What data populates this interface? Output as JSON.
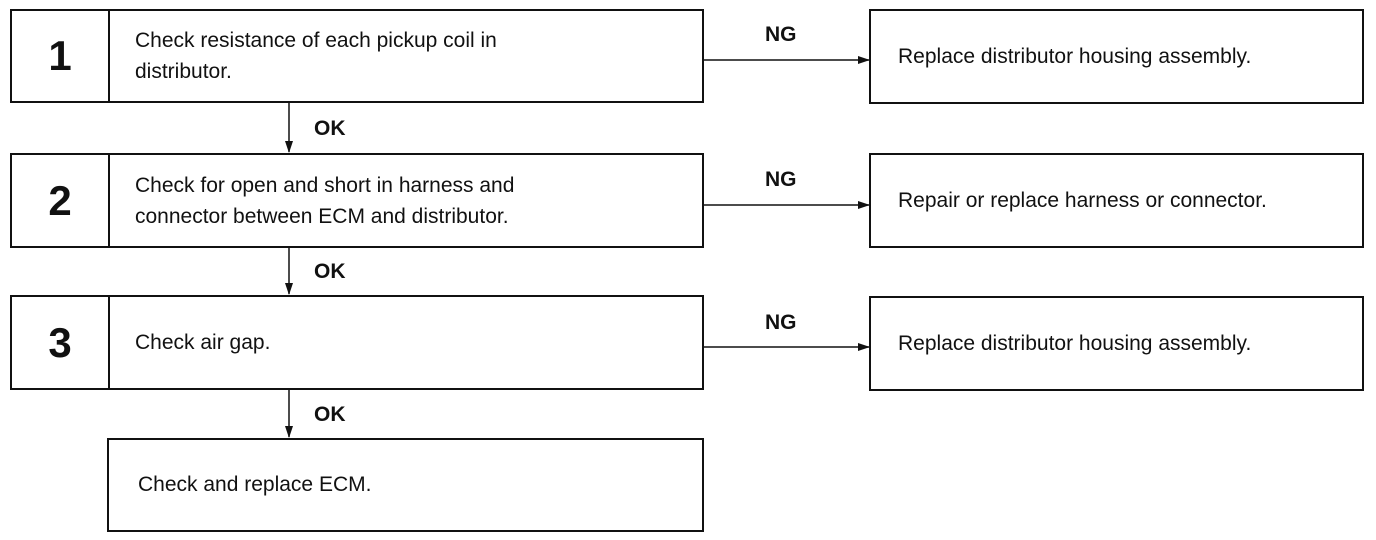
{
  "steps": [
    {
      "number": "1",
      "text_line1": "Check resistance of each pickup coil in",
      "text_line2": "distributor.",
      "ng_label": "NG",
      "ng_result": "Replace distributor housing assembly.",
      "ok_label": "OK"
    },
    {
      "number": "2",
      "text_line1": "Check for open and short in harness and",
      "text_line2": "connector between ECM and distributor.",
      "ng_label": "NG",
      "ng_result": "Repair or replace harness or connector.",
      "ok_label": "OK"
    },
    {
      "number": "3",
      "text_line1": "Check air gap.",
      "text_line2": "",
      "ng_label": "NG",
      "ng_result": "Replace distributor housing assembly.",
      "ok_label": "OK"
    }
  ],
  "final_step": "Check and replace ECM."
}
